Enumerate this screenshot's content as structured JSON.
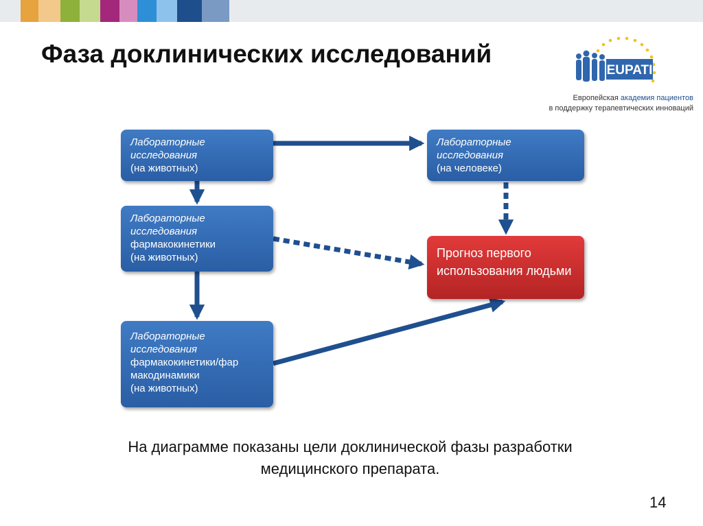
{
  "header": {
    "strip_colors": [
      "#e7a33e",
      "#f2c98a",
      "#8db13b",
      "#c5da8f",
      "#a3277a",
      "#d78cc0",
      "#2f8fd6",
      "#8dc2ec",
      "#1e4f8c",
      "#7a9ac4"
    ]
  },
  "title": "Фаза доклинических исследований",
  "logo": {
    "text": "EUPATI",
    "tagline_part1": "Европейская ",
    "tagline_highlight": "академия пациентов",
    "tagline_line2": "в поддержку терапевтических инноваций"
  },
  "diagram": {
    "box1": {
      "italic": [
        "Лабораторные",
        "исследования"
      ],
      "normal": [
        "(на животных)"
      ]
    },
    "box2": {
      "italic": [
        "Лабораторные",
        "исследования"
      ],
      "normal": [
        "фармакокинетики",
        "(на животных)"
      ]
    },
    "box3": {
      "italic": [
        "Лабораторные",
        "исследования"
      ],
      "normal": [
        "фармакокинетики/фар",
        "макодинамики",
        "(на животных)"
      ]
    },
    "box4": {
      "italic": [
        "Лабораторные",
        "исследования"
      ],
      "normal": [
        "(на человеке)"
      ]
    },
    "red_box": {
      "lines": [
        "Прогноз первого",
        "использования",
        "людьми"
      ]
    },
    "colors": {
      "blue_box": "#2f66ad",
      "red_box": "#c62e2e",
      "arrow": "#1f4f8f"
    }
  },
  "caption": {
    "line1": "На диаграмме показаны цели доклинической фазы разработки",
    "line2": "медицинского препарата."
  },
  "page_number": "14"
}
